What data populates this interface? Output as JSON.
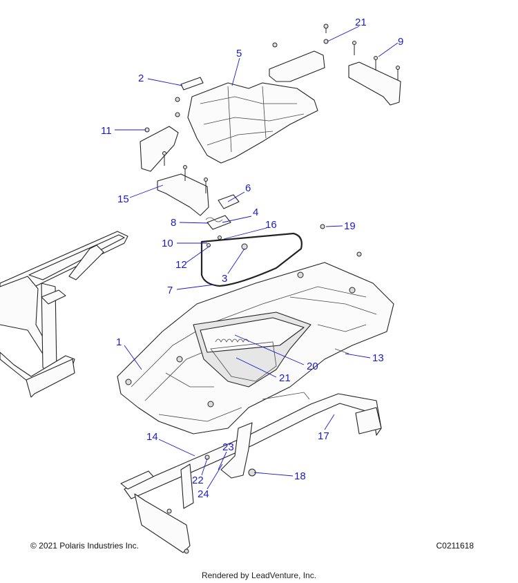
{
  "footer": {
    "copyright": "© 2021 Polaris Industries Inc.",
    "drawing_id": "C0211618",
    "rendered_by": "Rendered by LeadVenture, Inc."
  },
  "callouts": [
    "1",
    "2",
    "3",
    "4",
    "5",
    "6",
    "7",
    "8",
    "9",
    "10",
    "11",
    "12",
    "13",
    "14",
    "15",
    "16",
    "17",
    "18",
    "19",
    "20",
    "21",
    "21",
    "22",
    "23",
    "24"
  ],
  "colors": {
    "callout": "#1a1acc",
    "line": "#222222"
  }
}
